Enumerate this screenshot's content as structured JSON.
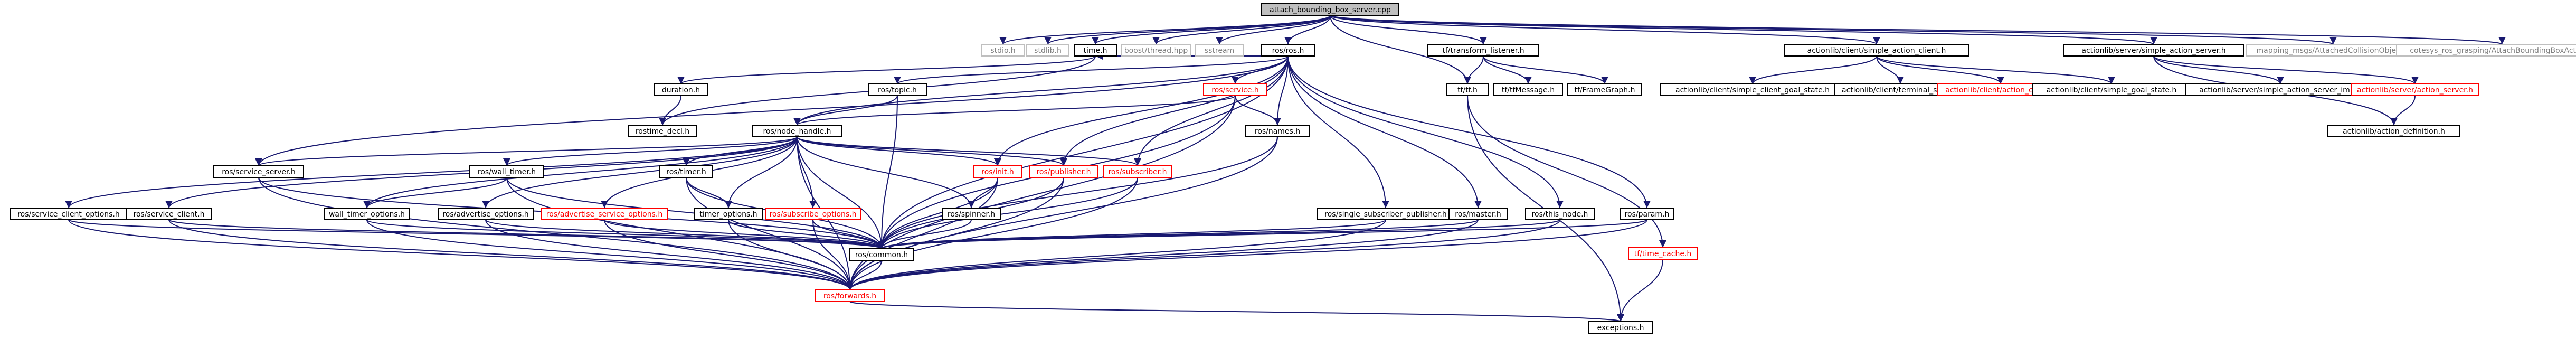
{
  "colors": {
    "edge": "#191970",
    "node_border": "#000000",
    "node_text": "#000000",
    "root_fill": "#bfbfbf",
    "external_border": "#bfbfbf",
    "external_text": "#7f7f7f",
    "undocumented_border": "#ff0000",
    "undocumented_text": "#ff0000",
    "background": "#ffffff"
  },
  "nodes": [
    {
      "id": "root",
      "label": "attach_bounding_box_server.cpp",
      "kind": "root"
    },
    {
      "id": "stdio",
      "label": "stdio.h",
      "kind": "external"
    },
    {
      "id": "stdlib",
      "label": "stdlib.h",
      "kind": "external"
    },
    {
      "id": "time",
      "label": "time.h",
      "kind": "normal"
    },
    {
      "id": "boostthread",
      "label": "boost/thread.hpp",
      "kind": "external"
    },
    {
      "id": "sstream",
      "label": "sstream",
      "kind": "external"
    },
    {
      "id": "rosros",
      "label": "ros/ros.h",
      "kind": "normal"
    },
    {
      "id": "tftl",
      "label": "tf/transform_listener.h",
      "kind": "normal"
    },
    {
      "id": "simple_action_client",
      "label": "actionlib/client/simple_action_client.h",
      "kind": "normal"
    },
    {
      "id": "simple_action_server",
      "label": "actionlib/server/simple_action_server.h",
      "kind": "normal"
    },
    {
      "id": "mapping_msgs",
      "label": "mapping_msgs/AttachedCollisionObject.h",
      "kind": "external"
    },
    {
      "id": "cotesys",
      "label": "cotesys_ros_grasping/AttachBoundingBoxAction.h",
      "kind": "external"
    },
    {
      "id": "duration",
      "label": "duration.h",
      "kind": "normal"
    },
    {
      "id": "rostime_decl",
      "label": "rostime_decl.h",
      "kind": "normal"
    },
    {
      "id": "rostopic",
      "label": "ros/topic.h",
      "kind": "normal"
    },
    {
      "id": "rosservice",
      "label": "ros/service.h",
      "kind": "undocumented"
    },
    {
      "id": "nodehandle",
      "label": "ros/node_handle.h",
      "kind": "normal"
    },
    {
      "id": "rosnames",
      "label": "ros/names.h",
      "kind": "normal"
    },
    {
      "id": "tfh",
      "label": "tf/tf.h",
      "kind": "normal"
    },
    {
      "id": "tfmessage",
      "label": "tf/tfMessage.h",
      "kind": "normal"
    },
    {
      "id": "tfframegraph",
      "label": "tf/FrameGraph.h",
      "kind": "normal"
    },
    {
      "id": "sacgoalstate",
      "label": "actionlib/client/simple_client_goal_state.h",
      "kind": "normal"
    },
    {
      "id": "terminal_state",
      "label": "actionlib/client/terminal_state.h",
      "kind": "normal"
    },
    {
      "id": "action_client",
      "label": "actionlib/client/action_client.h",
      "kind": "undocumented"
    },
    {
      "id": "simple_goal_state",
      "label": "actionlib/client/simple_goal_state.h",
      "kind": "normal"
    },
    {
      "id": "sas_imp",
      "label": "actionlib/server/simple_action_server_imp.h",
      "kind": "normal"
    },
    {
      "id": "action_server",
      "label": "actionlib/server/action_server.h",
      "kind": "undocumented"
    },
    {
      "id": "action_definition",
      "label": "actionlib/action_definition.h",
      "kind": "normal"
    },
    {
      "id": "service_server",
      "label": "ros/service_server.h",
      "kind": "normal"
    },
    {
      "id": "wall_timer",
      "label": "ros/wall_timer.h",
      "kind": "normal"
    },
    {
      "id": "timer",
      "label": "ros/timer.h",
      "kind": "normal"
    },
    {
      "id": "rosinit",
      "label": "ros/init.h",
      "kind": "undocumented"
    },
    {
      "id": "publisher",
      "label": "ros/publisher.h",
      "kind": "undocumented"
    },
    {
      "id": "subscriber",
      "label": "ros/subscriber.h",
      "kind": "undocumented"
    },
    {
      "id": "single_sub_pub",
      "label": "ros/single_subscriber_publisher.h",
      "kind": "normal"
    },
    {
      "id": "rosmaster",
      "label": "ros/master.h",
      "kind": "normal"
    },
    {
      "id": "this_node",
      "label": "ros/this_node.h",
      "kind": "normal"
    },
    {
      "id": "rosparam",
      "label": "ros/param.h",
      "kind": "normal"
    },
    {
      "id": "service_client_options",
      "label": "ros/service_client_options.h",
      "kind": "normal"
    },
    {
      "id": "service_client",
      "label": "ros/service_client.h",
      "kind": "normal"
    },
    {
      "id": "wall_timer_options",
      "label": "wall_timer_options.h",
      "kind": "normal"
    },
    {
      "id": "advertise_options",
      "label": "ros/advertise_options.h",
      "kind": "normal"
    },
    {
      "id": "advertise_service_options",
      "label": "ros/advertise_service_options.h",
      "kind": "undocumented"
    },
    {
      "id": "timer_options",
      "label": "timer_options.h",
      "kind": "normal"
    },
    {
      "id": "subscribe_options",
      "label": "ros/subscribe_options.h",
      "kind": "undocumented"
    },
    {
      "id": "rosspinner",
      "label": "ros/spinner.h",
      "kind": "normal"
    },
    {
      "id": "roscommon",
      "label": "ros/common.h",
      "kind": "normal"
    },
    {
      "id": "forwards",
      "label": "ros/forwards.h",
      "kind": "undocumented"
    },
    {
      "id": "time_cache",
      "label": "tf/time_cache.h",
      "kind": "undocumented"
    },
    {
      "id": "exceptions",
      "label": "exceptions.h",
      "kind": "normal"
    }
  ],
  "edges": [
    [
      "root",
      "stdio"
    ],
    [
      "root",
      "stdlib"
    ],
    [
      "root",
      "time"
    ],
    [
      "root",
      "boostthread"
    ],
    [
      "root",
      "sstream"
    ],
    [
      "root",
      "rosros"
    ],
    [
      "root",
      "tftl"
    ],
    [
      "root",
      "simple_action_client"
    ],
    [
      "root",
      "simple_action_server"
    ],
    [
      "root",
      "mapping_msgs"
    ],
    [
      "root",
      "cotesys"
    ],
    [
      "root",
      "tfh"
    ],
    [
      "time",
      "duration"
    ],
    [
      "time",
      "rostime_decl"
    ],
    [
      "duration",
      "rostime_decl"
    ],
    [
      "rosros",
      "time"
    ],
    [
      "rosros",
      "rostopic"
    ],
    [
      "rosros",
      "rosservice"
    ],
    [
      "rosros",
      "nodehandle"
    ],
    [
      "rosros",
      "rosnames"
    ],
    [
      "rosros",
      "rosinit"
    ],
    [
      "rosros",
      "publisher"
    ],
    [
      "rosros",
      "subscriber"
    ],
    [
      "rosros",
      "single_sub_pub"
    ],
    [
      "rosros",
      "rosmaster"
    ],
    [
      "rosros",
      "this_node"
    ],
    [
      "rosros",
      "rosparam"
    ],
    [
      "rosros",
      "roscommon"
    ],
    [
      "rosros",
      "service_server"
    ],
    [
      "rostopic",
      "nodehandle"
    ],
    [
      "rostopic",
      "roscommon"
    ],
    [
      "rosservice",
      "nodehandle"
    ],
    [
      "rosservice",
      "rosnames"
    ],
    [
      "rosservice",
      "roscommon"
    ],
    [
      "rosservice",
      "forwards"
    ],
    [
      "tftl",
      "tfh"
    ],
    [
      "tftl",
      "tfmessage"
    ],
    [
      "tftl",
      "tfframegraph"
    ],
    [
      "tfh",
      "exceptions"
    ],
    [
      "tfh",
      "time_cache"
    ],
    [
      "time_cache",
      "exceptions"
    ],
    [
      "simple_action_client",
      "sacgoalstate"
    ],
    [
      "simple_action_client",
      "terminal_state"
    ],
    [
      "simple_action_client",
      "action_client"
    ],
    [
      "simple_action_client",
      "simple_goal_state"
    ],
    [
      "simple_action_server",
      "sas_imp"
    ],
    [
      "simple_action_server",
      "action_server"
    ],
    [
      "simple_action_server",
      "action_definition"
    ],
    [
      "action_server",
      "action_definition"
    ],
    [
      "nodehandle",
      "service_server"
    ],
    [
      "nodehandle",
      "wall_timer"
    ],
    [
      "nodehandle",
      "timer"
    ],
    [
      "nodehandle",
      "rosinit"
    ],
    [
      "nodehandle",
      "publisher"
    ],
    [
      "nodehandle",
      "subscriber"
    ],
    [
      "nodehandle",
      "service_client"
    ],
    [
      "nodehandle",
      "service_client_options"
    ],
    [
      "nodehandle",
      "wall_timer_options"
    ],
    [
      "nodehandle",
      "advertise_options"
    ],
    [
      "nodehandle",
      "advertise_service_options"
    ],
    [
      "nodehandle",
      "timer_options"
    ],
    [
      "nodehandle",
      "subscribe_options"
    ],
    [
      "nodehandle",
      "rosspinner"
    ],
    [
      "nodehandle",
      "roscommon"
    ],
    [
      "nodehandle",
      "forwards"
    ],
    [
      "rosnames",
      "roscommon"
    ],
    [
      "rosnames",
      "forwards"
    ],
    [
      "service_server",
      "roscommon"
    ],
    [
      "service_server",
      "forwards"
    ],
    [
      "wall_timer",
      "wall_timer_options"
    ],
    [
      "wall_timer",
      "roscommon"
    ],
    [
      "wall_timer",
      "forwards"
    ],
    [
      "timer",
      "timer_options"
    ],
    [
      "timer",
      "roscommon"
    ],
    [
      "timer",
      "forwards"
    ],
    [
      "rosinit",
      "rosspinner"
    ],
    [
      "rosinit",
      "roscommon"
    ],
    [
      "rosinit",
      "forwards"
    ],
    [
      "publisher",
      "roscommon"
    ],
    [
      "publisher",
      "forwards"
    ],
    [
      "subscriber",
      "roscommon"
    ],
    [
      "subscriber",
      "forwards"
    ],
    [
      "single_sub_pub",
      "roscommon"
    ],
    [
      "single_sub_pub",
      "forwards"
    ],
    [
      "rosmaster",
      "roscommon"
    ],
    [
      "rosmaster",
      "forwards"
    ],
    [
      "this_node",
      "roscommon"
    ],
    [
      "this_node",
      "forwards"
    ],
    [
      "rosparam",
      "roscommon"
    ],
    [
      "rosparam",
      "forwards"
    ],
    [
      "service_client_options",
      "roscommon"
    ],
    [
      "service_client_options",
      "forwards"
    ],
    [
      "service_client",
      "roscommon"
    ],
    [
      "service_client",
      "forwards"
    ],
    [
      "wall_timer_options",
      "roscommon"
    ],
    [
      "wall_timer_options",
      "forwards"
    ],
    [
      "advertise_options",
      "roscommon"
    ],
    [
      "advertise_options",
      "forwards"
    ],
    [
      "advertise_service_options",
      "roscommon"
    ],
    [
      "advertise_service_options",
      "forwards"
    ],
    [
      "timer_options",
      "roscommon"
    ],
    [
      "timer_options",
      "forwards"
    ],
    [
      "subscribe_options",
      "roscommon"
    ],
    [
      "subscribe_options",
      "forwards"
    ],
    [
      "rosspinner",
      "roscommon"
    ],
    [
      "roscommon",
      "forwards"
    ],
    [
      "forwards",
      "exceptions"
    ]
  ]
}
